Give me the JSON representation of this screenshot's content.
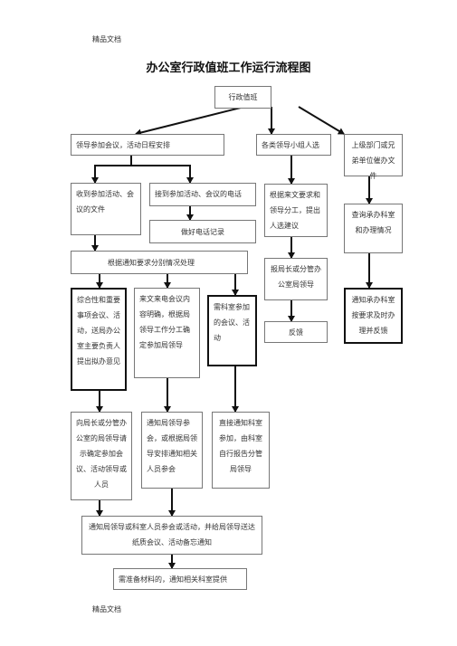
{
  "page": {
    "header_label": "精品文档",
    "footer_label": "精品文档",
    "title": "办公室行政值班工作运行流程图"
  },
  "nodes": {
    "root": "行政值班",
    "b1": "领导参加会议，活动日程安排",
    "b2": "各类领导小组人选",
    "b3": "上级部门或兄弟单位催办文件",
    "c1": "收到参加活动、会议的文件",
    "c2": "接到参加活动、会议的电话",
    "c3": "根据来文要求和领导分工，提出人选建议",
    "c4": "查询承办科室和办理情况",
    "d1": "做好电话记录",
    "e1": "根据通知要求分别情况处理",
    "e2": "报局长或分管办公室局领导",
    "f1": "综合性和重要事项会议、活动，送局办公室主要负责人提出拟办意见",
    "f2": "来文来电会议内容明确，根据局领导工作分工确定参加局领导",
    "f3": "需科室参加的会议、活动",
    "f4": "反馈",
    "f5": "通知承办科室按要求及时办理并反馈",
    "g1": "向局长或分管办公室的局领导请示确定参加会议、活动领导或人员",
    "g2": "通知局领导参会，或根据局领导安排通知相关人员参会",
    "g3": "直接通知科室参加，由科室自行报告分管局领导",
    "h1": "通知局领导或科室人员参会或活动，并给局领导送达纸质会议、活动备忘通知",
    "i1": "需准备材料的，通知相关科室提供"
  }
}
